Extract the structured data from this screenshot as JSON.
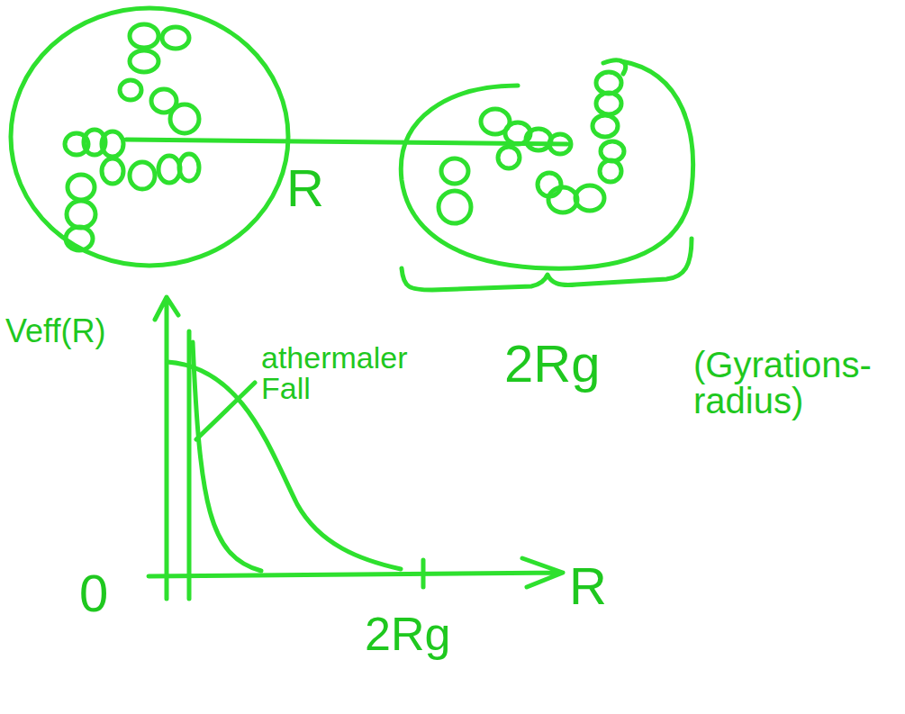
{
  "diagram": {
    "labels": [
      "R",
      "2Rg",
      "(Gyrations- radius)",
      "Veff(R)",
      "athermaler Fall",
      "0",
      "R",
      "2Rg"
    ]
  }
}
